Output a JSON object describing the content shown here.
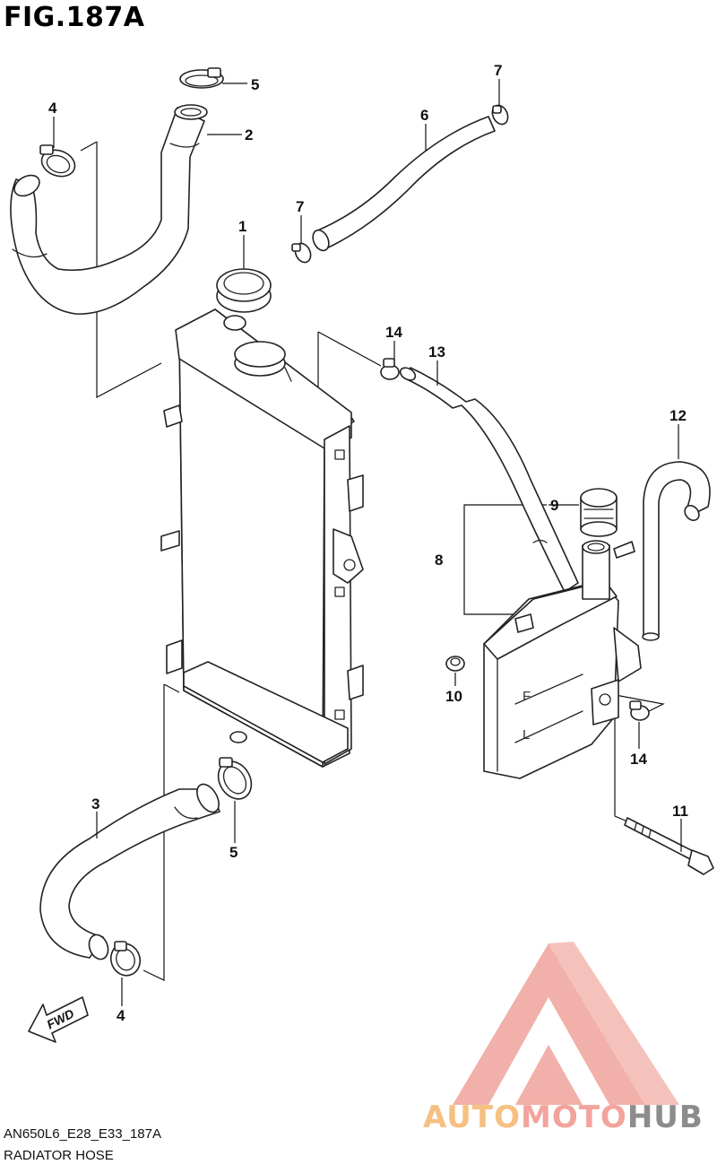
{
  "figure": {
    "title": "FIG.187A",
    "code": "AN650L6_E28_E33_187A",
    "description": "RADIATOR HOSE"
  },
  "labels": {
    "l1": "1",
    "l2": "2",
    "l3": "3",
    "l4_top": "4",
    "l4_bottom": "4",
    "l5_top": "5",
    "l5_bottom": "5",
    "l6": "6",
    "l7_top": "7",
    "l7_mid": "7",
    "l8": "8",
    "l9": "9",
    "l10": "10",
    "l11": "11",
    "l12": "12",
    "l13": "13",
    "l14_top": "14",
    "l14_bottom": "14"
  },
  "tank_marks": {
    "full": "F",
    "low": "L"
  },
  "fwd_arrow": {
    "text": "FWD",
    "icon": "forward-arrow-icon"
  },
  "watermark": {
    "text_auto": "AUTO",
    "text_moto": "MOTO",
    "text_hub": "HUB",
    "colors": {
      "logo": "#f0a8a0",
      "auto": "#f5c080",
      "moto": "#f2a49c",
      "hub": "#8c8c8c"
    }
  }
}
